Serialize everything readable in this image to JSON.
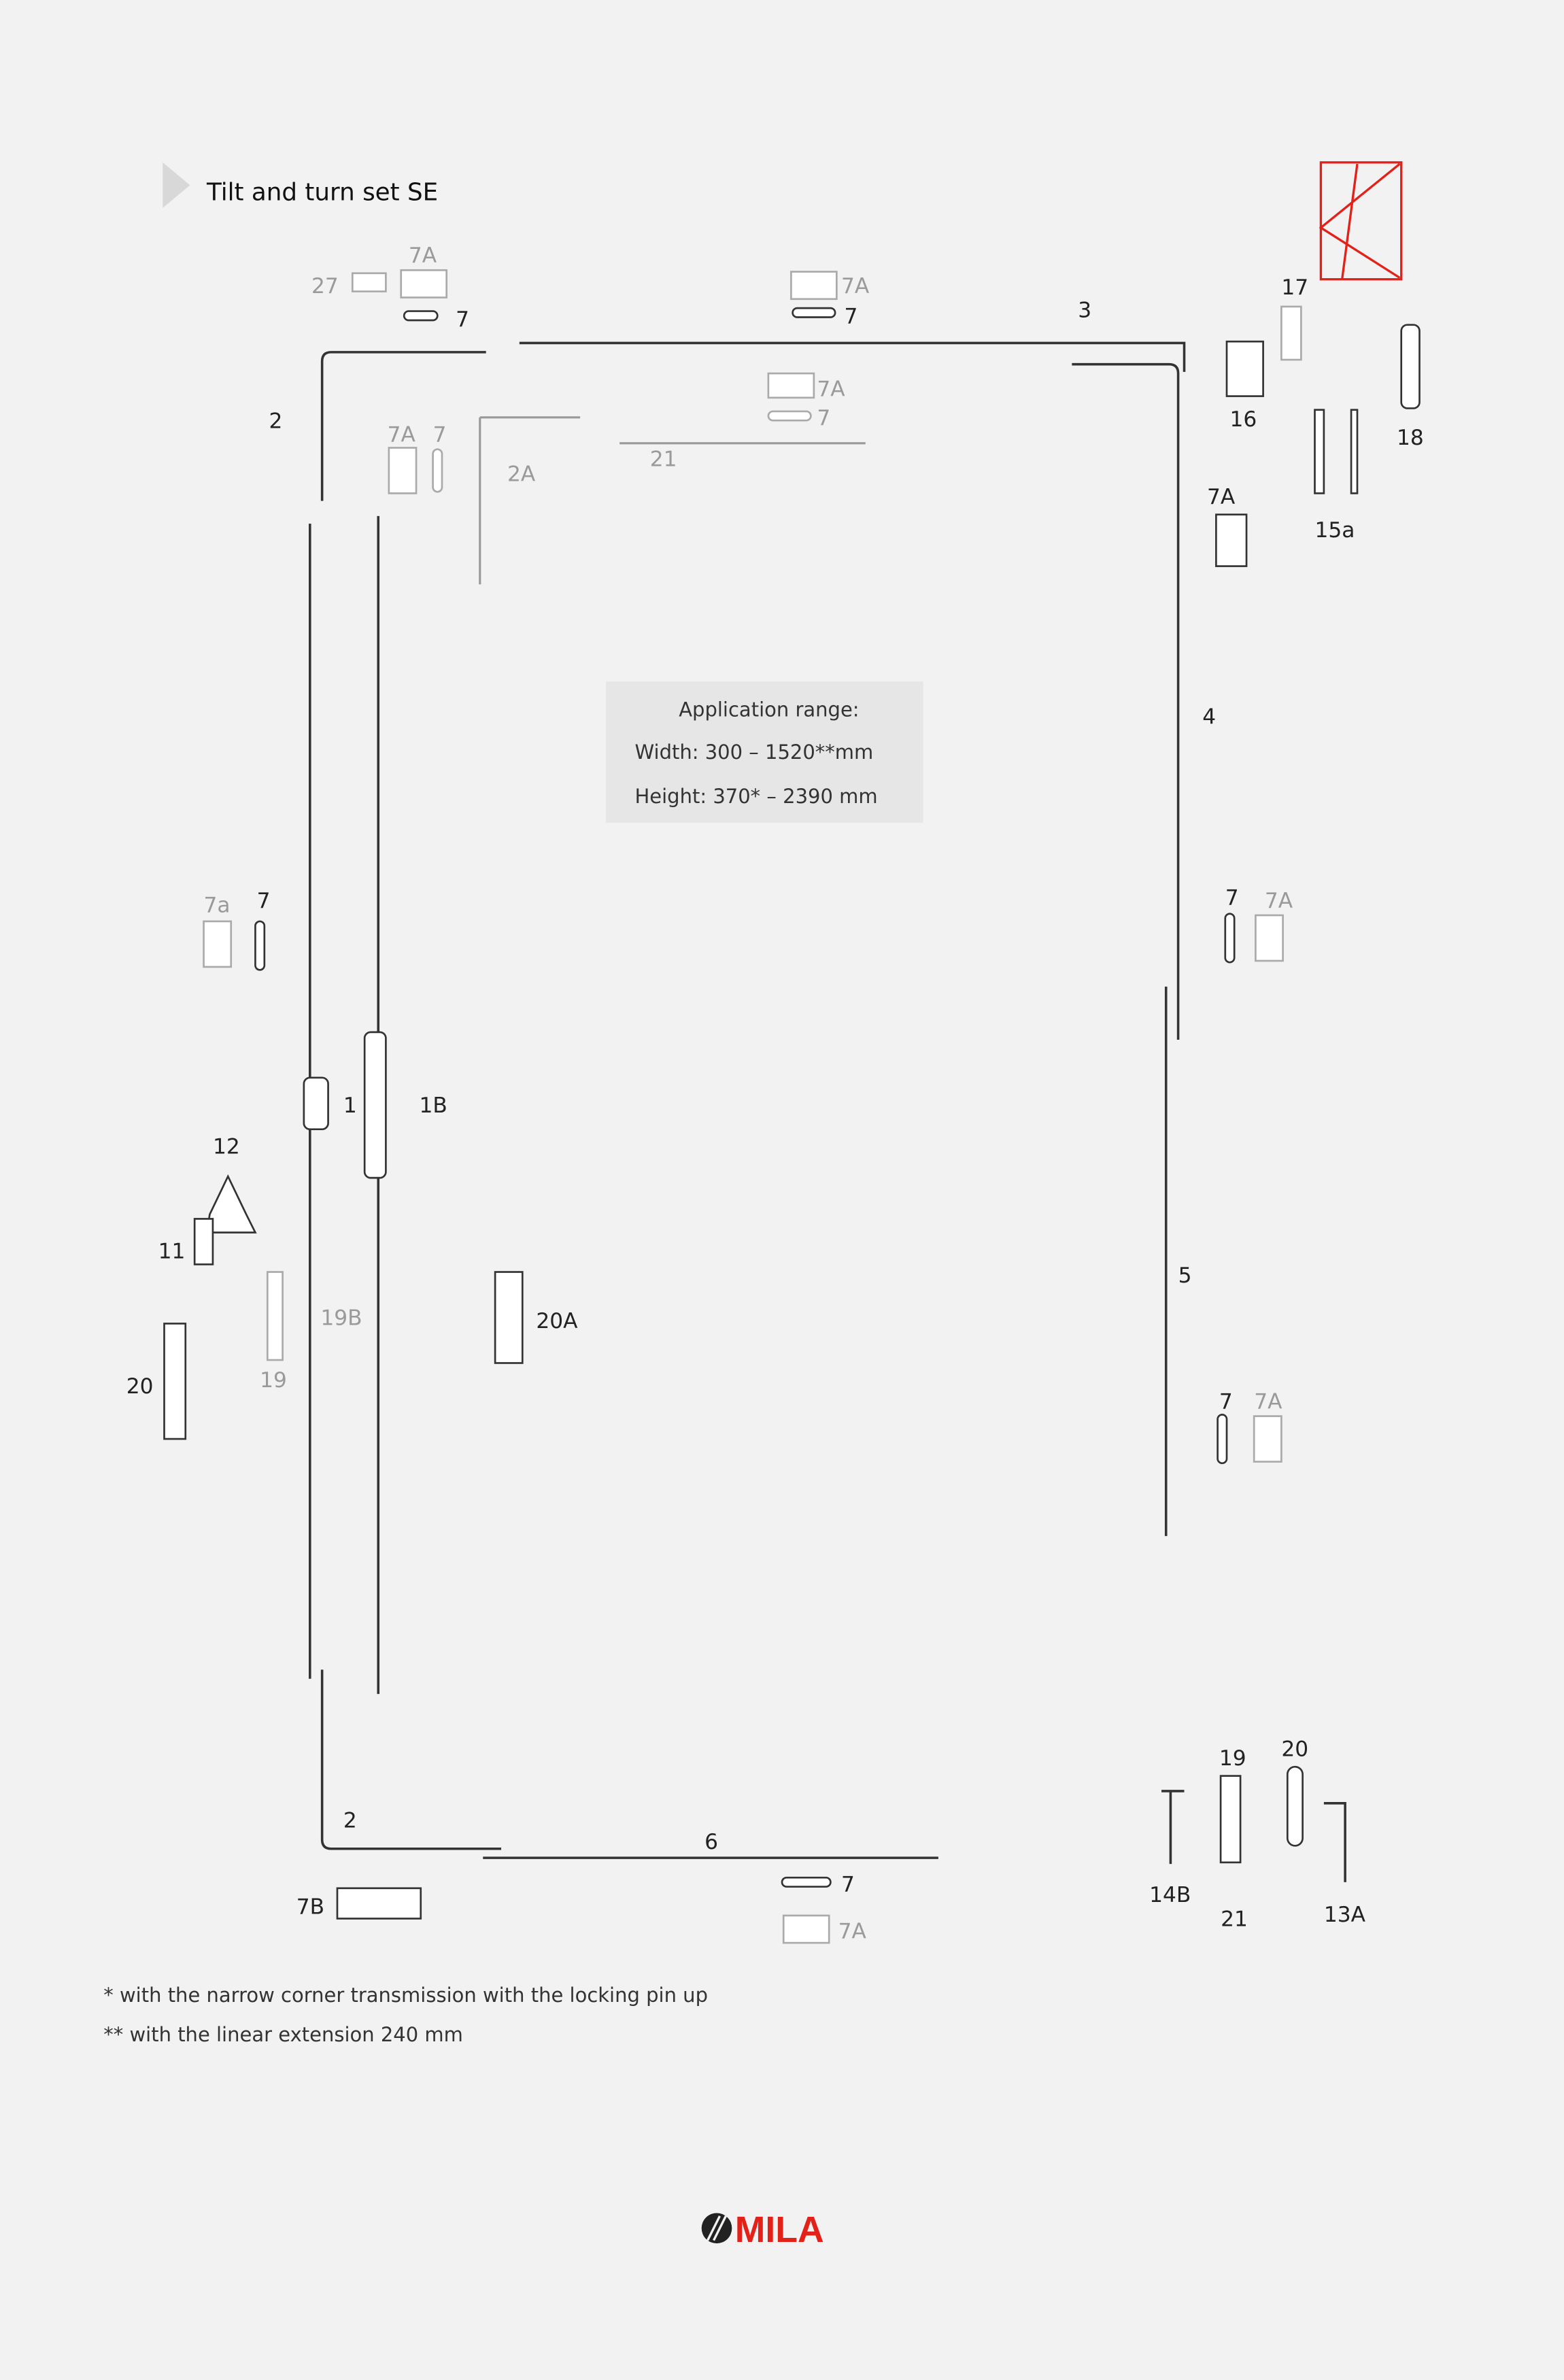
{
  "title": "Tilt and turn set SE",
  "application_range": {
    "heading": "Application range:",
    "width": "Width: 300 – 1520**mm",
    "height": "Height: 370* – 2390 mm"
  },
  "footnotes": [
    "* with the narrow corner transmission with the locking pin up",
    "** with the linear extension 240 mm"
  ],
  "logo": "MILA",
  "colors": {
    "accent": "#e32119",
    "background": "#f2f2f2",
    "secondary_label": "#9a9a9a"
  },
  "labels": [
    "27",
    "7A",
    "7",
    "7A",
    "7",
    "3",
    "17",
    "16",
    "18",
    "15a",
    "2",
    "7A",
    "7",
    "2A",
    "7A",
    "7",
    "21",
    "7A",
    "4",
    "7a",
    "7",
    "7",
    "7A",
    "1",
    "1B",
    "12",
    "11",
    "19B",
    "19",
    "20A",
    "20",
    "5",
    "7",
    "7A",
    "19",
    "20",
    "14B",
    "21",
    "13A",
    "2",
    "6",
    "7B",
    "7",
    "7A"
  ]
}
